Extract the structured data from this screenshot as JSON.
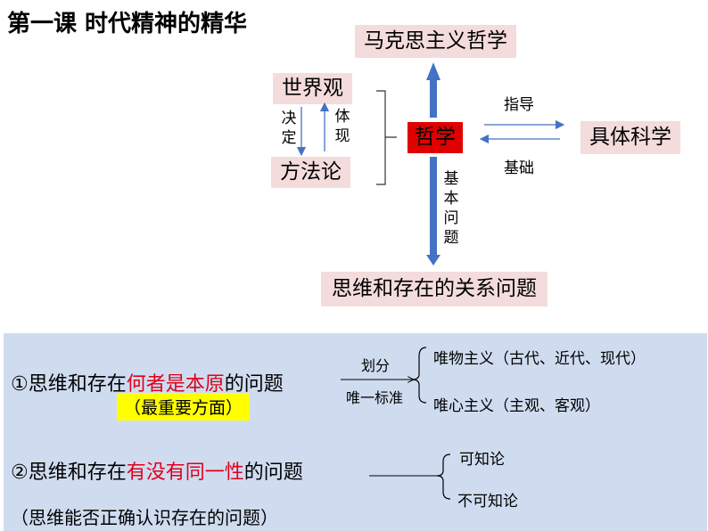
{
  "title": "第一课 时代精神的精华",
  "top_box": "马克思主义哲学",
  "worldview": "世界观",
  "methodology": "方法论",
  "decides": "决定",
  "embodies": "体现",
  "philosophy": "哲学",
  "guide": "指导",
  "basis": "基础",
  "specific_science": "具体科学",
  "basic_question": "基本问题",
  "relation_box": "思维和存在的关系问题",
  "q1": {
    "prefix": "①思维和存在",
    "highlight": "何者是本原",
    "suffix": "的问题",
    "note": "（最重要方面）"
  },
  "divide": "划分",
  "sole_standard": "唯一标准",
  "materialism": "唯物主义（古代、近代、现代）",
  "idealism": "唯心主义（主观、客观）",
  "q2": {
    "prefix": "②思维和存在",
    "highlight": "有没有同一性",
    "suffix": "的问题",
    "note": "（思维能否正确认识存在的问题）"
  },
  "knowable": "可知论",
  "unknowable": "不可知论",
  "colors": {
    "pink_box": "#f4dcdc",
    "philosophy_box": "#e00000",
    "panel": "#cfdcf0",
    "highlight_yellow": "#ffff00",
    "red_text": "#e0001b",
    "arrow_blue": "#4472c4"
  }
}
